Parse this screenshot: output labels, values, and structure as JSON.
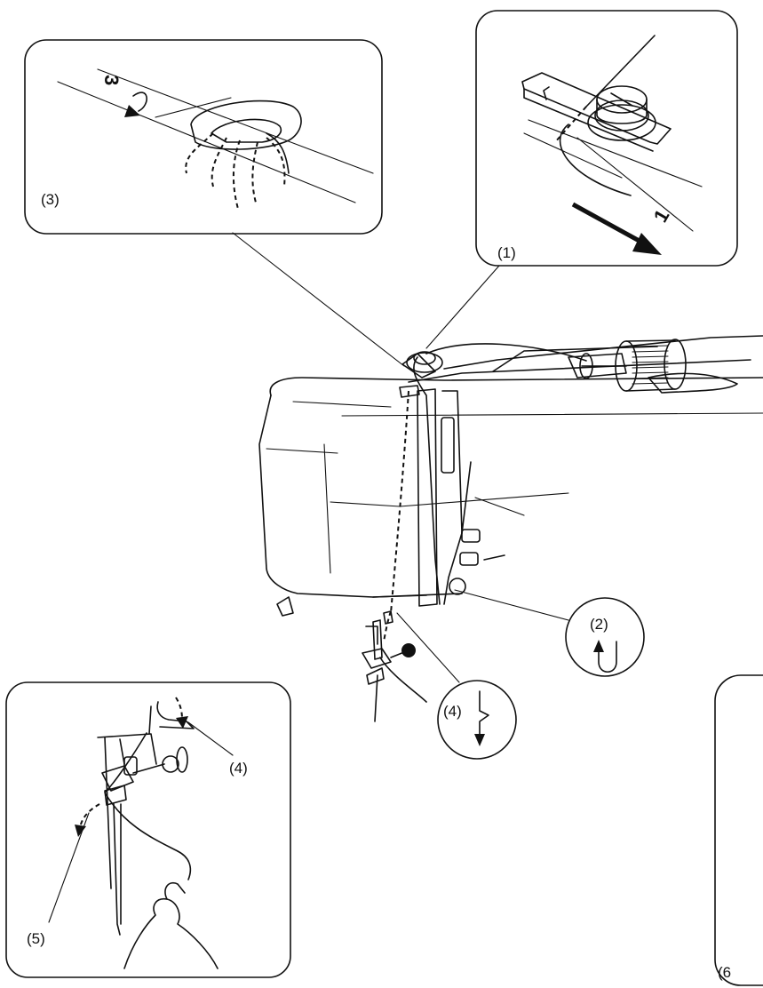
{
  "labels": {
    "step1": "(1)",
    "step2": "(2)",
    "step3": "(3)",
    "step4_machine": "(4)",
    "step4_detail": "(4)",
    "step5": "(5)",
    "step6": "(6"
  },
  "numbers": {
    "guide_number_1": "1",
    "guide_number_3": "3"
  },
  "icons": {
    "step2_symbol": "u-turn-up-arrow-icon",
    "step4_symbol": "zigzag-down-arrow-icon",
    "step1_arrow": "diagonal-arrow-icon",
    "step3_arrow": "hook-arrow-icon"
  }
}
